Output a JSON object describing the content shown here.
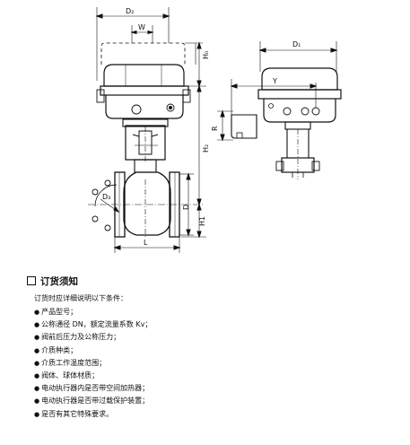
{
  "drawing": {
    "labels": {
      "d2": "D₂",
      "w": "W",
      "h0": "H₀",
      "h2": "H₂",
      "d": "D",
      "h1": "H1",
      "d3": "D₃",
      "l": "L",
      "d1": "D₁",
      "y": "Y",
      "r": "R"
    }
  },
  "notes": {
    "title": "订货须知",
    "intro": "订货时应详细说明以下条件：",
    "bullet": "●",
    "items": [
      "产品型号；",
      "公称通径 DN，额定流量系数 Kv；",
      "阀前后压力及公称压力；",
      "介质种类；",
      "介质工作温度范围；",
      "阀体、球体材质；",
      "电动执行器内是否带空间加热器；",
      "电动执行器是否带过载保护装置；",
      "是否有其它特殊要求。"
    ]
  }
}
